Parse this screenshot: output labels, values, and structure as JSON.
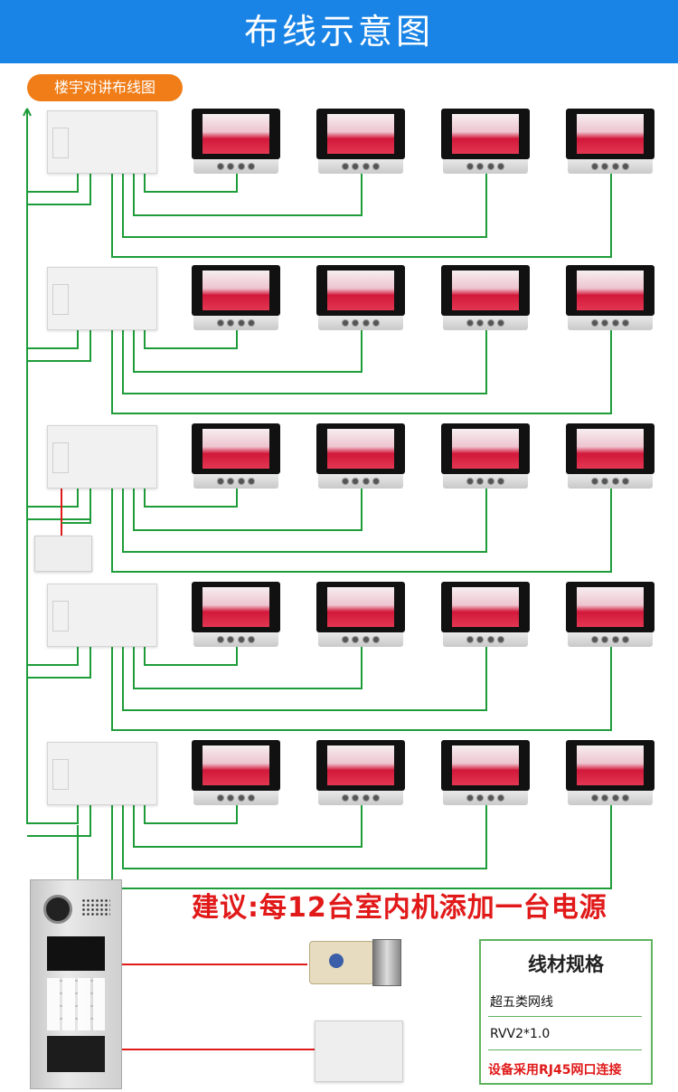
{
  "header": {
    "title": "布线示意图"
  },
  "section_tag": "楼宇对讲布线图",
  "advice": "建议:每12台室内机添加一台电源",
  "spec_box": {
    "title": "线材规格",
    "rows": [
      "超五类网线",
      "RVV2*1.0"
    ],
    "note": "设备采用RJ45网口连接"
  },
  "colors": {
    "banner": "#1a84e6",
    "tag": "#f07d18",
    "wire_data": "#1f9c3a",
    "wire_power": "#e11919",
    "spec_border": "#5fb35f"
  },
  "icons": [
    "distributor",
    "indoor-monitor",
    "door-station",
    "electric-lock",
    "power-supply"
  ],
  "floors": 5,
  "monitors_per_floor": 4
}
